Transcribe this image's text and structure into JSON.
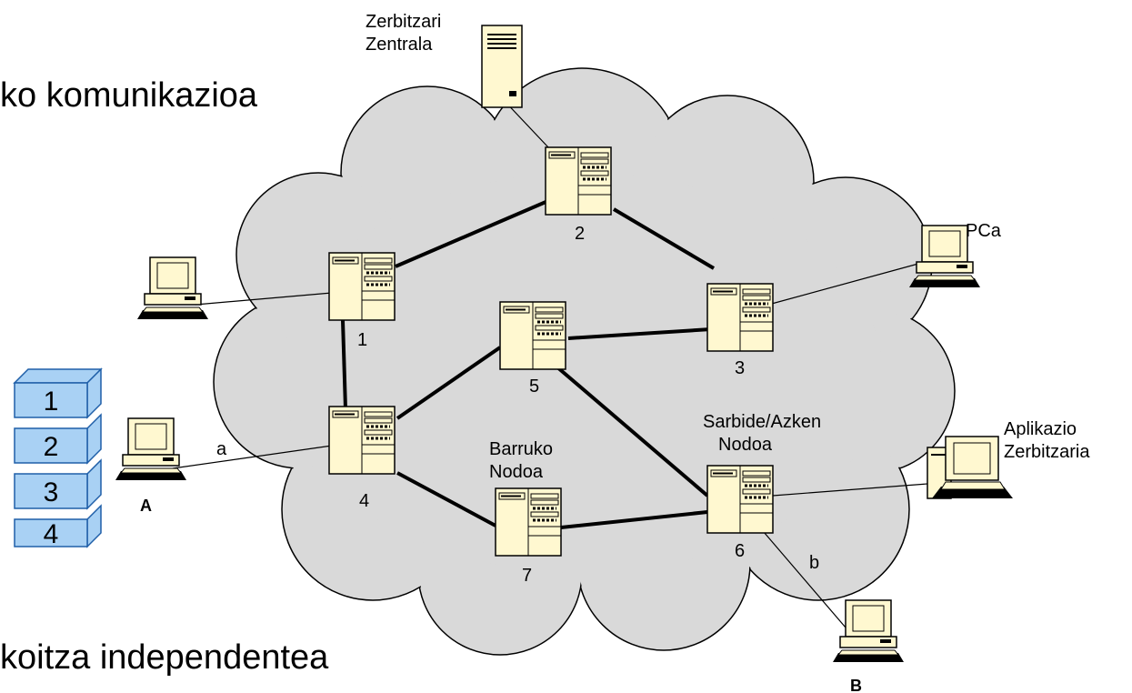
{
  "heading_top": "ko komunikazioa",
  "heading_bottom": "koitza independentea",
  "central_server_label": [
    "Zerbitzari",
    "Zentrala"
  ],
  "nodes": [
    "1",
    "2",
    "3",
    "4",
    "5",
    "6",
    "7"
  ],
  "internal_node_label": [
    "Barruko",
    "Nodoa"
  ],
  "access_node_label": [
    "Sarbide/Azken",
    "Nodoa"
  ],
  "pc_label": "PCa",
  "app_server_label": [
    "Aplikazio",
    "Zerbitzaria"
  ],
  "host_a": "A",
  "host_b": "B",
  "link_a": "a",
  "link_b": "b",
  "stack_layers": [
    "1",
    "2",
    "3",
    "4"
  ],
  "colors": {
    "cloud_fill": "#d9d9d9",
    "device_fill": "#fff8d0",
    "stack_fill": "#a9d1f4",
    "stack_stroke": "#1f5fa8"
  }
}
